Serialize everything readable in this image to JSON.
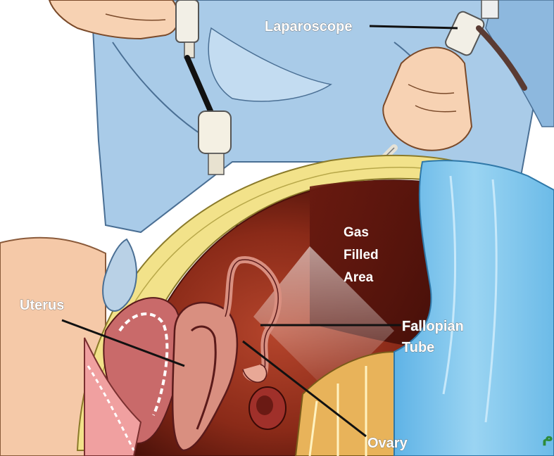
{
  "labels": {
    "laparoscope": "Laparoscope",
    "gas_line1": "Gas",
    "gas_line2": "Filled",
    "gas_line3": "Area",
    "uterus": "Uterus",
    "fallopian_line1": "Fallopian",
    "fallopian_line2": "Tube",
    "ovary": "Ovary"
  },
  "watermark": "دکترسلام",
  "colors": {
    "gown": "#a9cbe8",
    "gown_dark": "#7fa9cf",
    "drape": "#7ec3ea",
    "skin": "#f5c9a8",
    "cavity": "#6e1e12",
    "fat": "#f2e28a",
    "line": "#111111"
  }
}
